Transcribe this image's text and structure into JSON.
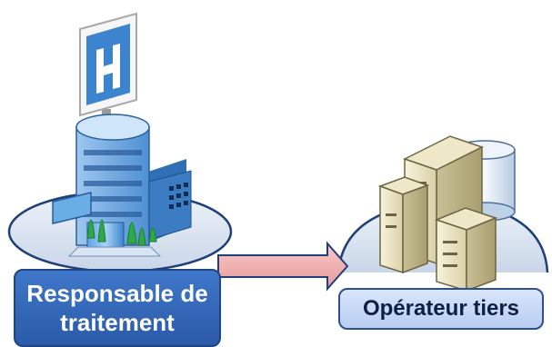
{
  "diagram": {
    "source_entity": {
      "icon": "hospital-building-icon",
      "label": "Responsable de traitement"
    },
    "target_entity": {
      "icon": "server-stack-icon",
      "label": "Opérateur tiers"
    },
    "connector": {
      "direction": "source-to-target"
    }
  }
}
